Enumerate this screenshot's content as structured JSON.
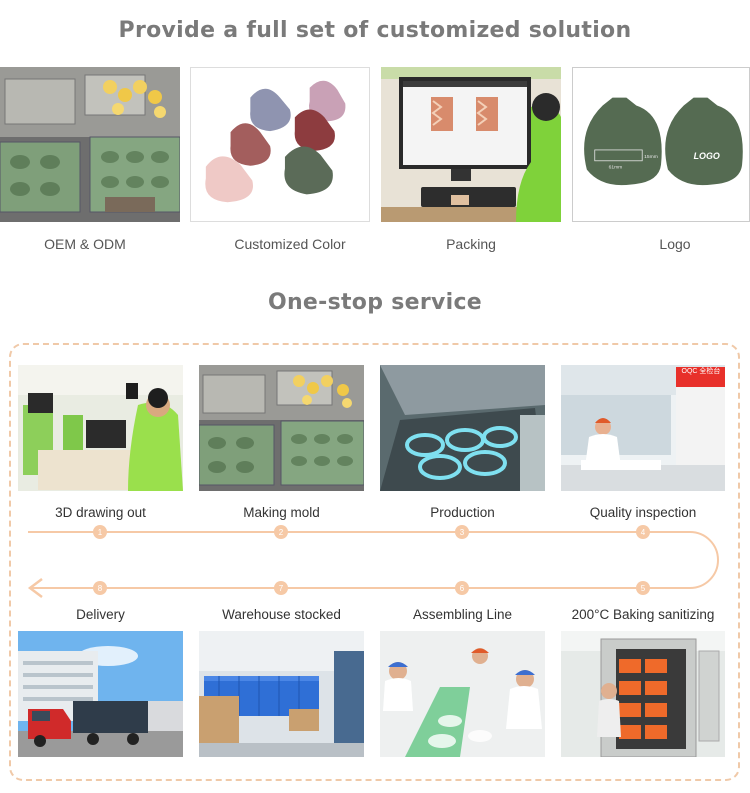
{
  "heading": "Provide a full set of customized solution",
  "top_cards": [
    {
      "label": "OEM & ODM"
    },
    {
      "label": "Customized Color"
    },
    {
      "label": "Packing"
    },
    {
      "label": "Logo",
      "logo_text": "LOGO",
      "dim_height": "15mm",
      "dim_width": "61mm"
    }
  ],
  "service": {
    "title": "One-stop service",
    "steps": [
      {
        "num": "1",
        "label": "3D drawing out"
      },
      {
        "num": "2",
        "label": "Making mold"
      },
      {
        "num": "3",
        "label": "Production"
      },
      {
        "num": "4",
        "label": "Quality inspection"
      },
      {
        "num": "5",
        "label": "200°C Baking sanitizing"
      },
      {
        "num": "6",
        "label": "Assembling Line"
      },
      {
        "num": "7",
        "label": "Warehouse stocked"
      },
      {
        "num": "8",
        "label": "Delivery"
      }
    ],
    "qc_sign": "OQC 全检台"
  },
  "colors": {
    "heading": "#7a7a7a",
    "flow_line": "#f6c9a6",
    "frame": "#f0c9a8",
    "product_green": "#556b52"
  }
}
